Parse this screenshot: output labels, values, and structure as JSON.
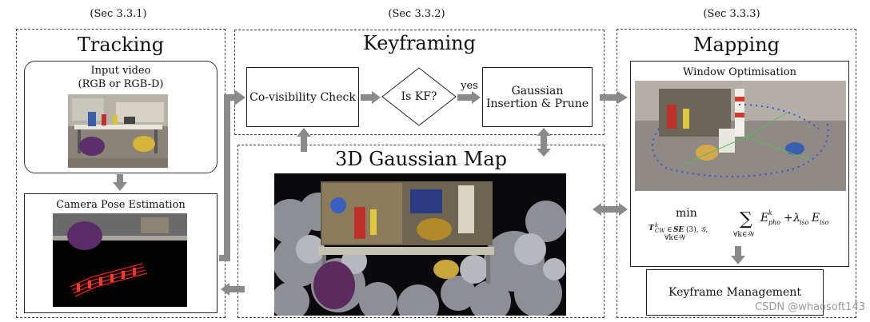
{
  "sections": {
    "tracking_ref": "(Sec 3.3.1)",
    "keyframing_ref": "(Sec 3.3.2)",
    "mapping_ref": "(Sec 3.3.3)"
  },
  "tracking": {
    "title": "Tracking",
    "input_video_line1": "Input video",
    "input_video_line2": "(RGB or RGB-D)",
    "pose_label": "Camera Pose Estimation"
  },
  "keyframing": {
    "title": "Keyframing",
    "covis_label": "Co-visibility Check",
    "iskf_label": "Is KF?",
    "yes_label": "yes",
    "gaussian_line1": "Gaussian",
    "gaussian_line2": "Insertion & Prune"
  },
  "map": {
    "title": "3D Gaussian Map"
  },
  "mapping": {
    "title": "Mapping",
    "window_label": "Window Optimisation",
    "keyframe_mgmt_label": "Keyframe Management"
  },
  "watermark": "CSDN @whaosoft143",
  "colors": {
    "arrow": "#8a8a8a",
    "border": "#444444"
  }
}
